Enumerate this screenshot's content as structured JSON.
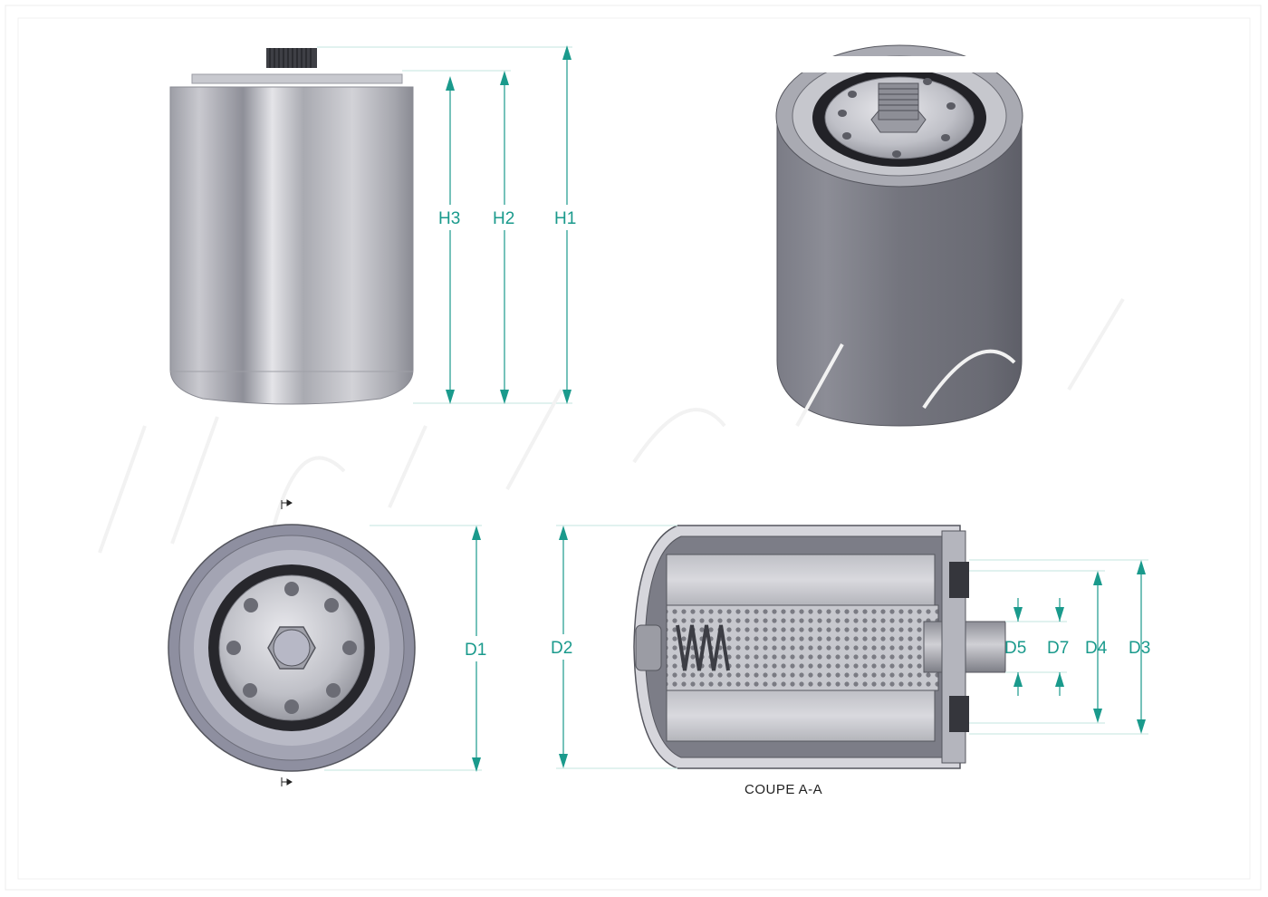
{
  "drawing": {
    "dimension_labels": {
      "h3": "H3",
      "h2": "H2",
      "h1": "H1",
      "d1": "D1",
      "d2": "D2",
      "d5": "D5",
      "d7": "D7",
      "d4": "D4",
      "d3": "D3"
    },
    "section_caption": "COUPE A-A"
  },
  "colors": {
    "dimension": "#1a9a8c",
    "body_dark": "#6e6f7a",
    "body_light": "#d8d8dd",
    "frame": "#e6e6e6"
  }
}
